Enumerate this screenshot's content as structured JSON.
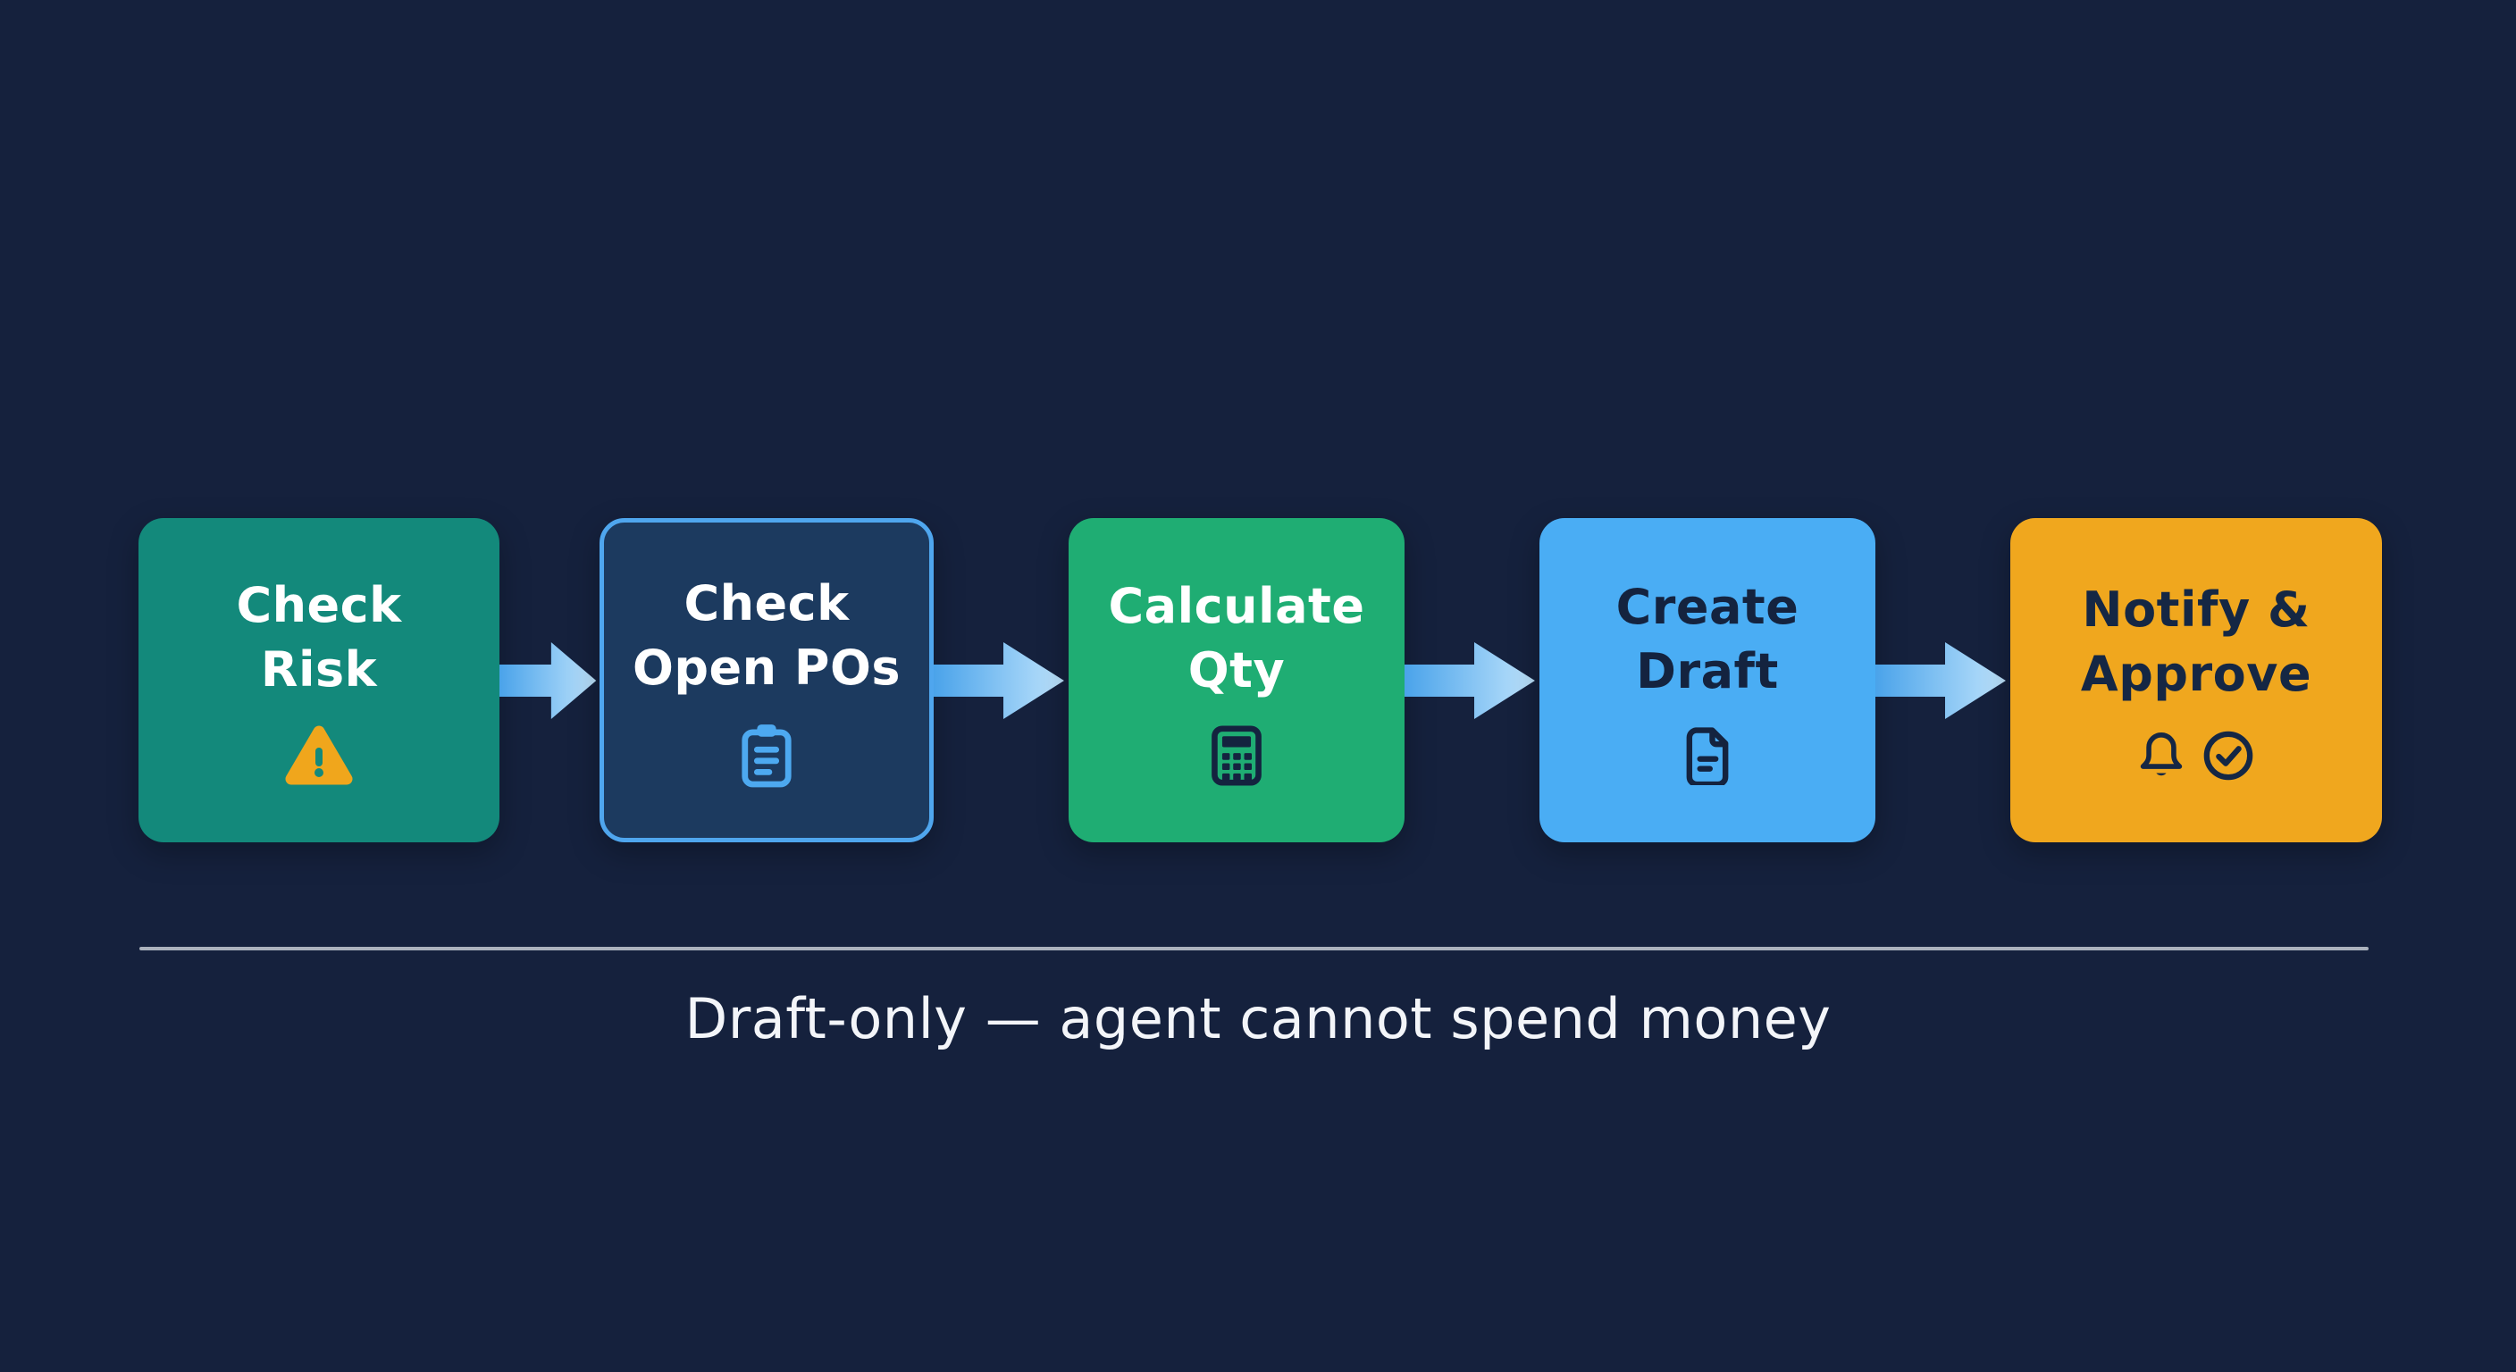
{
  "diagram": {
    "background": "#15213D",
    "steps": [
      {
        "name": "check-risk",
        "line1": "Check",
        "line2": "Risk",
        "fill": "#13897B",
        "text_color": "#FFFFFF",
        "icon": "warning-triangle-icon",
        "icon_color": "#F0A61C"
      },
      {
        "name": "check-open-pos",
        "line1": "Check",
        "line2": "Open POs",
        "fill": "#1C3A5F",
        "border_color": "#4FA6EE",
        "text_color": "#FFFFFF",
        "icon": "clipboard-icon",
        "icon_color": "#4DA9F0"
      },
      {
        "name": "calculate-qty",
        "line1": "Calculate",
        "line2": "Qty",
        "fill": "#1FAD73",
        "text_color": "#FFFFFF",
        "icon": "calculator-icon",
        "icon_color": "#14233F"
      },
      {
        "name": "create-draft",
        "line1": "Create",
        "line2": "Draft",
        "fill": "#4AADF4",
        "text_color": "#14233F",
        "icon": "document-icon",
        "icon_color": "#14233F"
      },
      {
        "name": "notify-approve",
        "line1": "Notify &",
        "line2": "Approve",
        "fill": "#F0A71E",
        "text_color": "#152744",
        "icon": "bell-icon, check-circle-icon",
        "icon_color": "#152744"
      }
    ],
    "arrow": {
      "gradient_start": "#4AA3EA",
      "gradient_end": "#BEE3FC"
    },
    "divider_color": "#ABB2BD",
    "caption": "Draft-only — agent cannot spend money",
    "caption_color": "#F3F5F9"
  }
}
